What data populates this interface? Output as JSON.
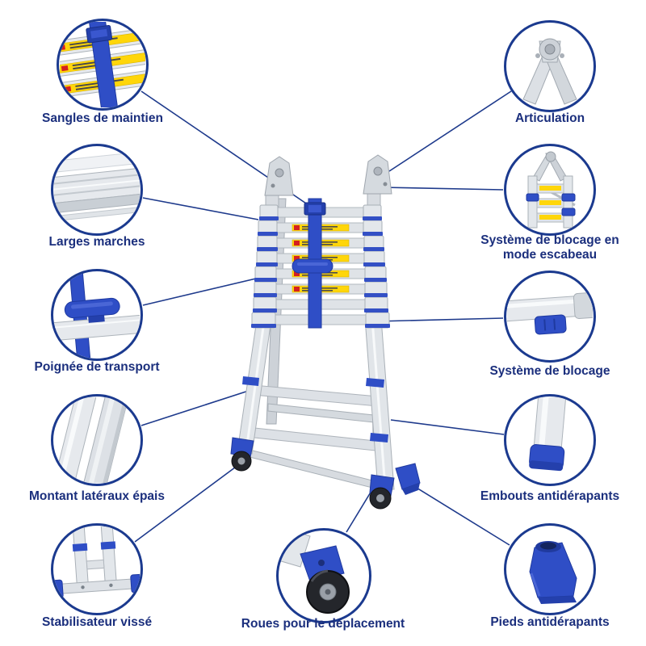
{
  "diagram": {
    "features": [
      {
        "id": "straps",
        "label": "Sangles de maintien"
      },
      {
        "id": "articulation",
        "label": "Articulation"
      },
      {
        "id": "wide-steps",
        "label": "Larges marches"
      },
      {
        "id": "stepladder-lock",
        "label": "Système de blocage en mode escabeau"
      },
      {
        "id": "handle",
        "label": "Poignée de transport"
      },
      {
        "id": "lock",
        "label": "Système de blocage"
      },
      {
        "id": "side-rails",
        "label": "Montant latéraux épais"
      },
      {
        "id": "end-caps",
        "label": "Embouts antidérapants"
      },
      {
        "id": "stabilizer",
        "label": "Stabilisateur vissé"
      },
      {
        "id": "wheels",
        "label": "Roues pour le déplacement"
      },
      {
        "id": "feet",
        "label": "Pieds antidérapants"
      }
    ],
    "colors": {
      "accent_navy": "#1b3a8f",
      "label_text": "#1b2f7d",
      "ladder_blue": "#2f4ec6",
      "aluminum": "#e3e7eb",
      "sticker_yellow": "#ffd60a"
    }
  }
}
